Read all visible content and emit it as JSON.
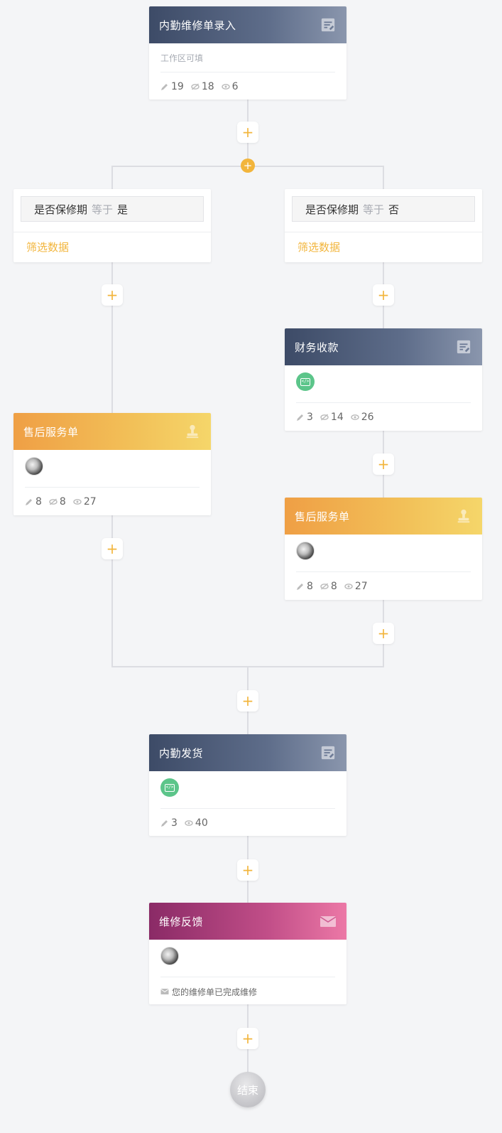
{
  "nodes": {
    "entry": {
      "title": "内勤维修单录入",
      "subtitle": "工作区可填",
      "stats": {
        "edit": "19",
        "hidden": "18",
        "view": "6"
      }
    },
    "branch_left": {
      "field": "是否保修期",
      "operator": "等于",
      "value": "是",
      "link": "筛选数据"
    },
    "branch_right": {
      "field": "是否保修期",
      "operator": "等于",
      "value": "否",
      "link": "筛选数据"
    },
    "finance": {
      "title": "财务收款",
      "stats": {
        "edit": "3",
        "hidden": "14",
        "view": "26"
      }
    },
    "service_left": {
      "title": "售后服务单",
      "stats": {
        "edit": "8",
        "hidden": "8",
        "view": "27"
      }
    },
    "service_right": {
      "title": "售后服务单",
      "stats": {
        "edit": "8",
        "hidden": "8",
        "view": "27"
      }
    },
    "shipping": {
      "title": "内勤发货",
      "stats": {
        "edit": "3",
        "view": "40"
      }
    },
    "feedback": {
      "title": "维修反馈",
      "message": "您的维修单已完成维修"
    },
    "end": {
      "label": "结束"
    }
  },
  "plus_label": "+",
  "colors": {
    "accent": "#f2b53c",
    "slate": "#3d4b67",
    "orange": "#ef9f45",
    "magenta": "#8a2a66",
    "code_green": "#5cc58a"
  }
}
